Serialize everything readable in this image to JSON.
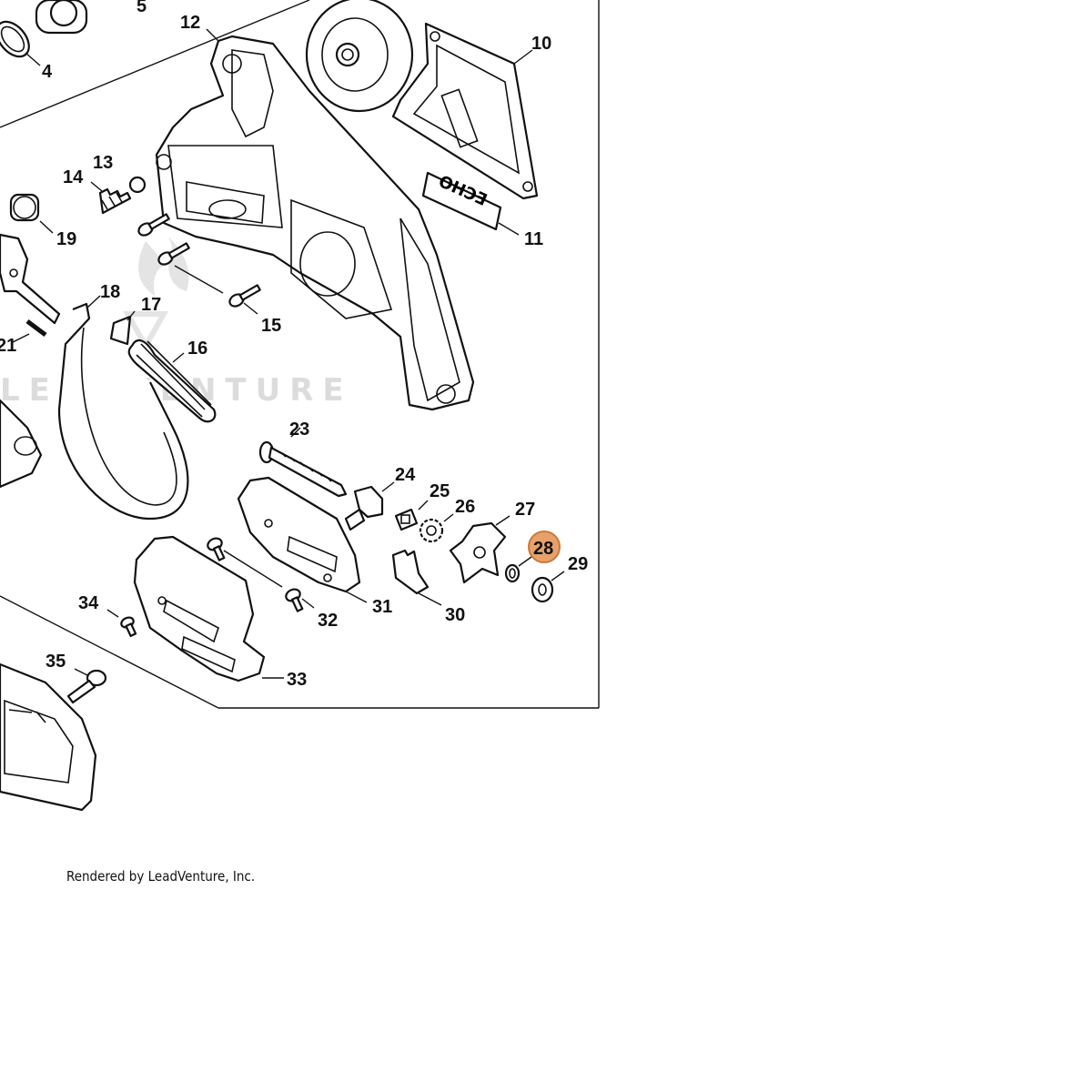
{
  "credit": "Rendered by LeadVenture, Inc.",
  "watermark": "LEADVENTURE",
  "brand_label": "ECHO",
  "highlight_color": "#e8a16a",
  "highlight_stroke": "#c9793c",
  "highlighted_part": "28",
  "callouts": {
    "c4": "4",
    "c5": "5",
    "c10": "10",
    "c11": "11",
    "c12": "12",
    "c13": "13",
    "c14": "14",
    "c15": "15",
    "c16": "16",
    "c17": "17",
    "c18": "18",
    "c19": "19",
    "c21": "21",
    "c23": "23",
    "c24": "24",
    "c25": "25",
    "c26": "26",
    "c27": "27",
    "c28": "28",
    "c29": "29",
    "c30": "30",
    "c31": "31",
    "c32": "32",
    "c33": "33",
    "c34": "34",
    "c35": "35"
  }
}
